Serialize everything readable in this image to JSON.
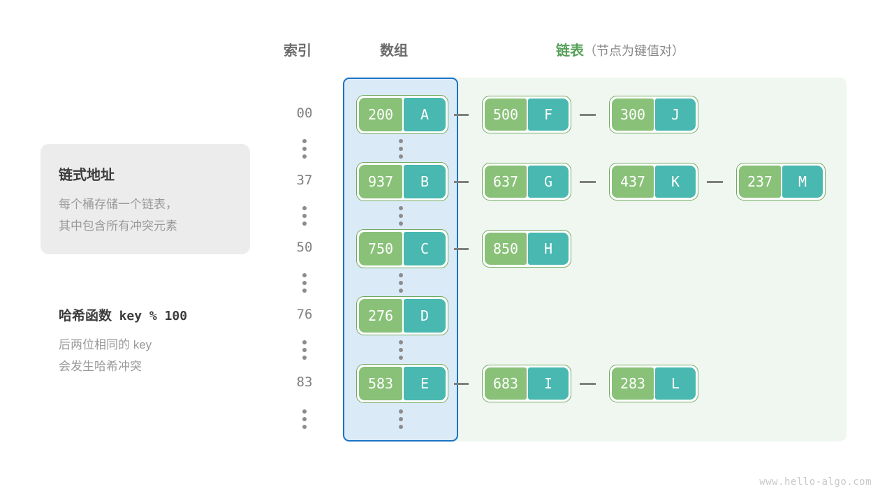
{
  "headers": {
    "index": "索引",
    "array": "数组",
    "list_main": "链表",
    "list_sub": "（节点为键值对）",
    "list_color": "#57a05a"
  },
  "info_card": {
    "title": "链式地址",
    "line1": "每个桶存储一个链表，",
    "line2": "其中包含所有冲突元素",
    "background": "#ececec"
  },
  "hash_note": {
    "title_cn": "哈希函数",
    "title_expr": "key % 100",
    "line1": "后两位相同的  key",
    "line2": "会发生哈希冲突"
  },
  "panels": {
    "array_fill": "#dbeaf7",
    "array_border": "#1a73c4",
    "list_fill": "#f0f7f0"
  },
  "node_colors": {
    "key_fill": "#88c177",
    "value_fill": "#48b8b0",
    "border": "#6faa5f",
    "text": "#ffffff",
    "arrow": "#7f7f7f"
  },
  "rows": [
    {
      "index": "00",
      "bucket": {
        "key": "200",
        "value": "A"
      },
      "chain": [
        {
          "key": "500",
          "value": "F"
        },
        {
          "key": "300",
          "value": "J"
        }
      ]
    },
    {
      "index": "37",
      "bucket": {
        "key": "937",
        "value": "B"
      },
      "chain": [
        {
          "key": "637",
          "value": "G"
        },
        {
          "key": "437",
          "value": "K"
        },
        {
          "key": "237",
          "value": "M"
        }
      ]
    },
    {
      "index": "50",
      "bucket": {
        "key": "750",
        "value": "C"
      },
      "chain": [
        {
          "key": "850",
          "value": "H"
        }
      ]
    },
    {
      "index": "76",
      "bucket": {
        "key": "276",
        "value": "D"
      },
      "chain": []
    },
    {
      "index": "83",
      "bucket": {
        "key": "583",
        "value": "E"
      },
      "chain": [
        {
          "key": "683",
          "value": "I"
        },
        {
          "key": "283",
          "value": "L"
        }
      ]
    }
  ],
  "ellipsis_glyph": "⋮",
  "watermark": "www.hello-algo.com"
}
